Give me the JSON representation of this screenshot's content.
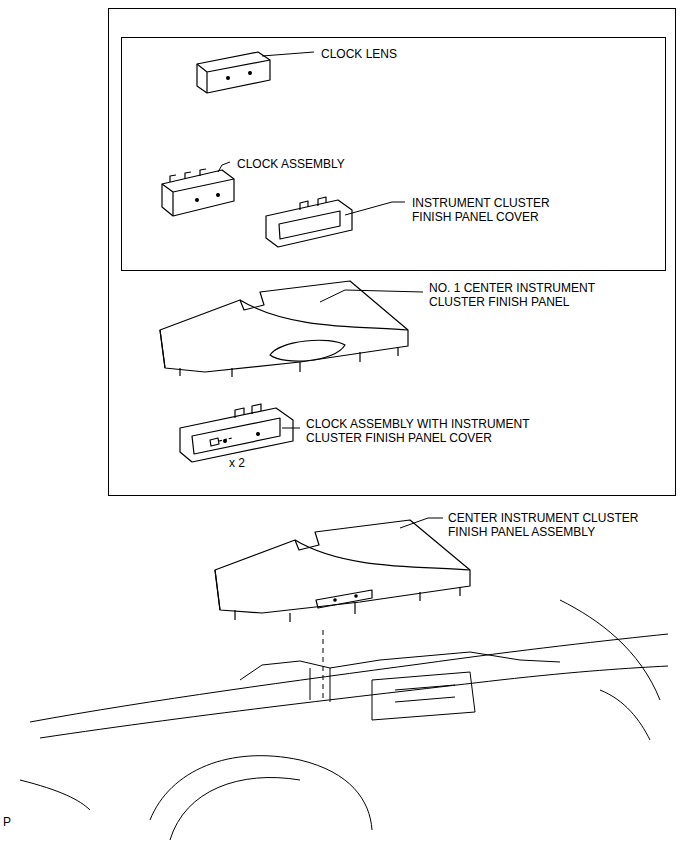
{
  "diagram": {
    "nodes": [
      {
        "text": [
          "NO. 1 CENTER INSTRUMENT CLUSTER FINISH PANEL",
          "CLOCK ASSEMBLY WITH INSTRUMENT CLUSTER FINISH PANEL COVER",
          "x 2"
        ]
      },
      {
        "text": [
          "CLOCK LENS",
          "CLOCK ASSEMBLY",
          "INSTRUMENT CLUSTER FINISH PANEL COVER"
        ],
        "in": 0
      }
    ],
    "labels": [
      "CENTER INSTRUMENT CLUSTER FINISH PANEL ASSEMBLY",
      "P"
    ]
  }
}
